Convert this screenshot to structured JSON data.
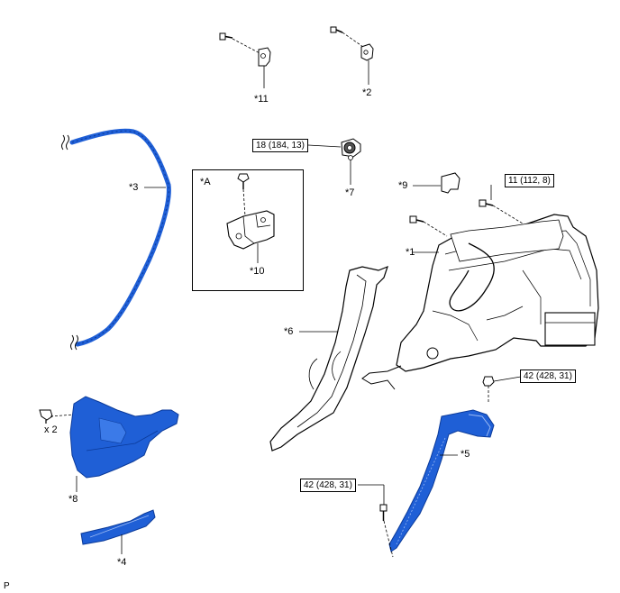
{
  "callouts": {
    "c11": "*11",
    "c2": "*2",
    "c3": "*3",
    "c7": "*7",
    "c9": "*9",
    "c1": "*1",
    "c10": "*10",
    "c6": "*6",
    "c5": "*5",
    "c8": "*8",
    "c4": "*4",
    "inset_label": "*A",
    "qty": "x 2"
  },
  "torque_specs": {
    "t7": "18 (184, 13)",
    "t_top_right": "11 (112, 8)",
    "t_nut": "42 (428, 31)",
    "t_bolt": "42 (428, 31)"
  },
  "footer": {
    "page_mark": "P"
  },
  "colors": {
    "part_highlight": "#1f5fd6",
    "line_art": "#000000",
    "part_fill": "#ffffff"
  }
}
